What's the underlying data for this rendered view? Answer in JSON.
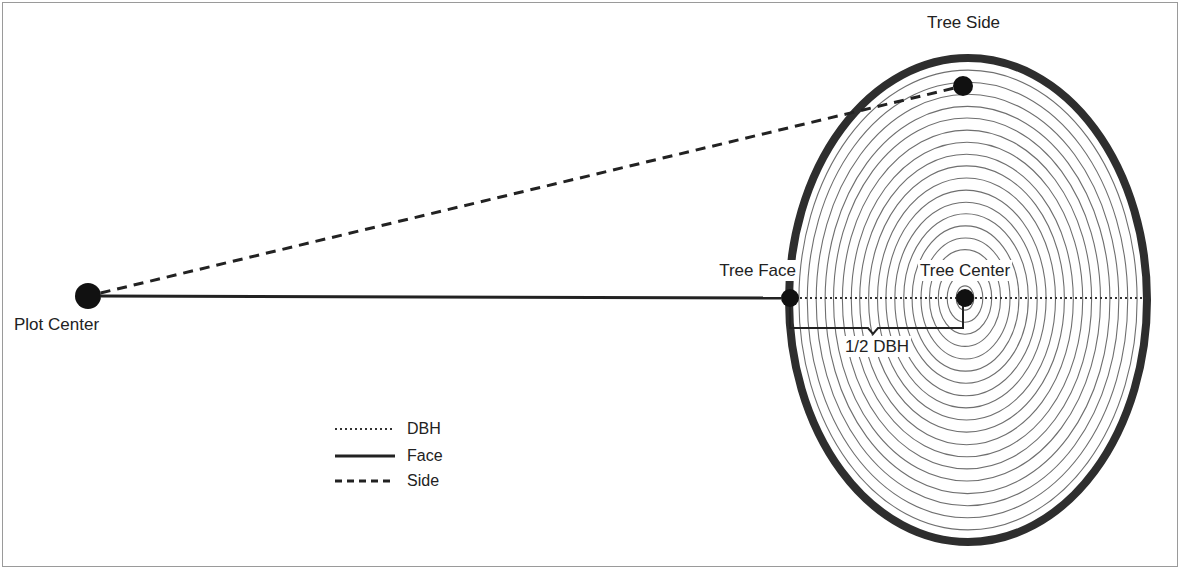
{
  "diagram": {
    "nodes": [
      {
        "text": [
          "Tree Side"
        ]
      },
      {
        "text": [
          "Tree Face"
        ]
      },
      {
        "text": [
          "Tree Center"
        ]
      },
      {
        "text": [
          "Plot Center"
        ]
      }
    ],
    "edges": [
      {
        "from": 3,
        "to": 1,
        "arrow": "none"
      },
      {
        "from": 3,
        "to": 0,
        "arrow": "none"
      }
    ],
    "labels": [
      "1/2 DBH"
    ],
    "legend": [
      {
        "text": "DBH"
      },
      {
        "text": "Face"
      },
      {
        "text": "Side"
      }
    ]
  }
}
